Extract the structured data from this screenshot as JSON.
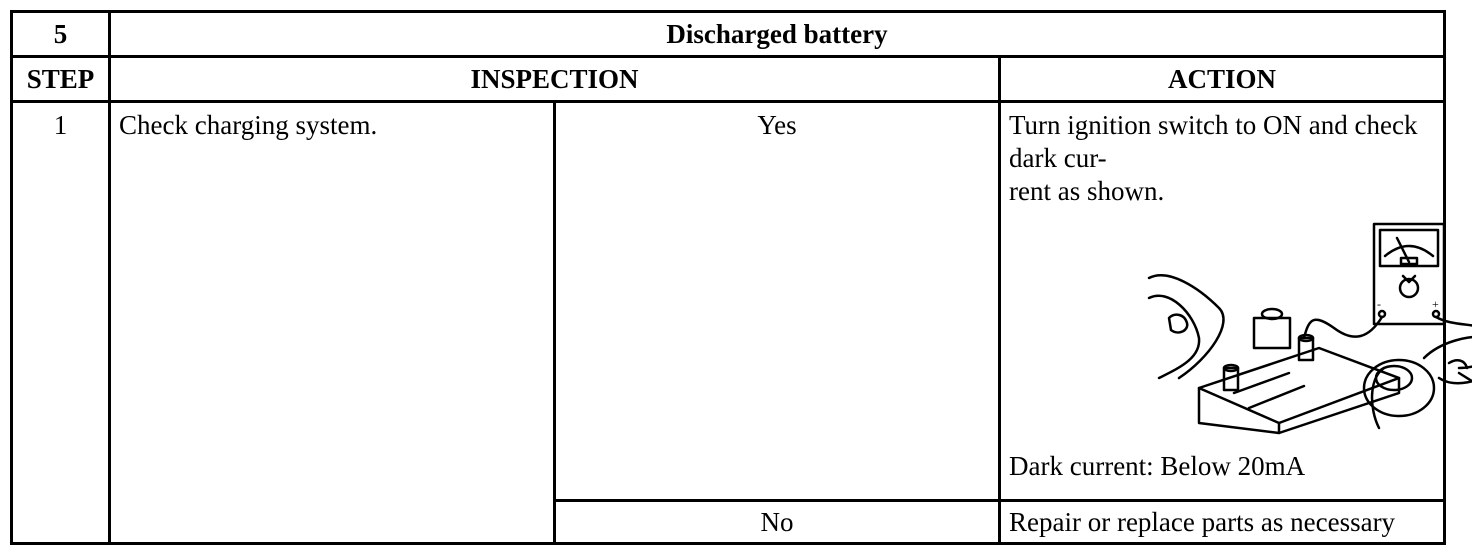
{
  "header": {
    "number": "5",
    "title": "Discharged battery"
  },
  "columns": {
    "step": "STEP",
    "inspection": "INSPECTION",
    "action": "ACTION"
  },
  "rows": [
    {
      "step": "1",
      "inspection": "Check charging system.",
      "yes_label": "Yes",
      "yes_action": "Turn ignition switch to ON and check dark cur-rent as shown.",
      "yes_action_line1": "Turn ignition switch to ON and check dark cur-",
      "yes_action_line2": "rent as shown.",
      "illustration": "battery-ammeter-dark-current-illustration",
      "spec": "Dark current: Below 20mA",
      "no_label": "No",
      "no_action": "Repair or replace parts as necessary"
    }
  ]
}
